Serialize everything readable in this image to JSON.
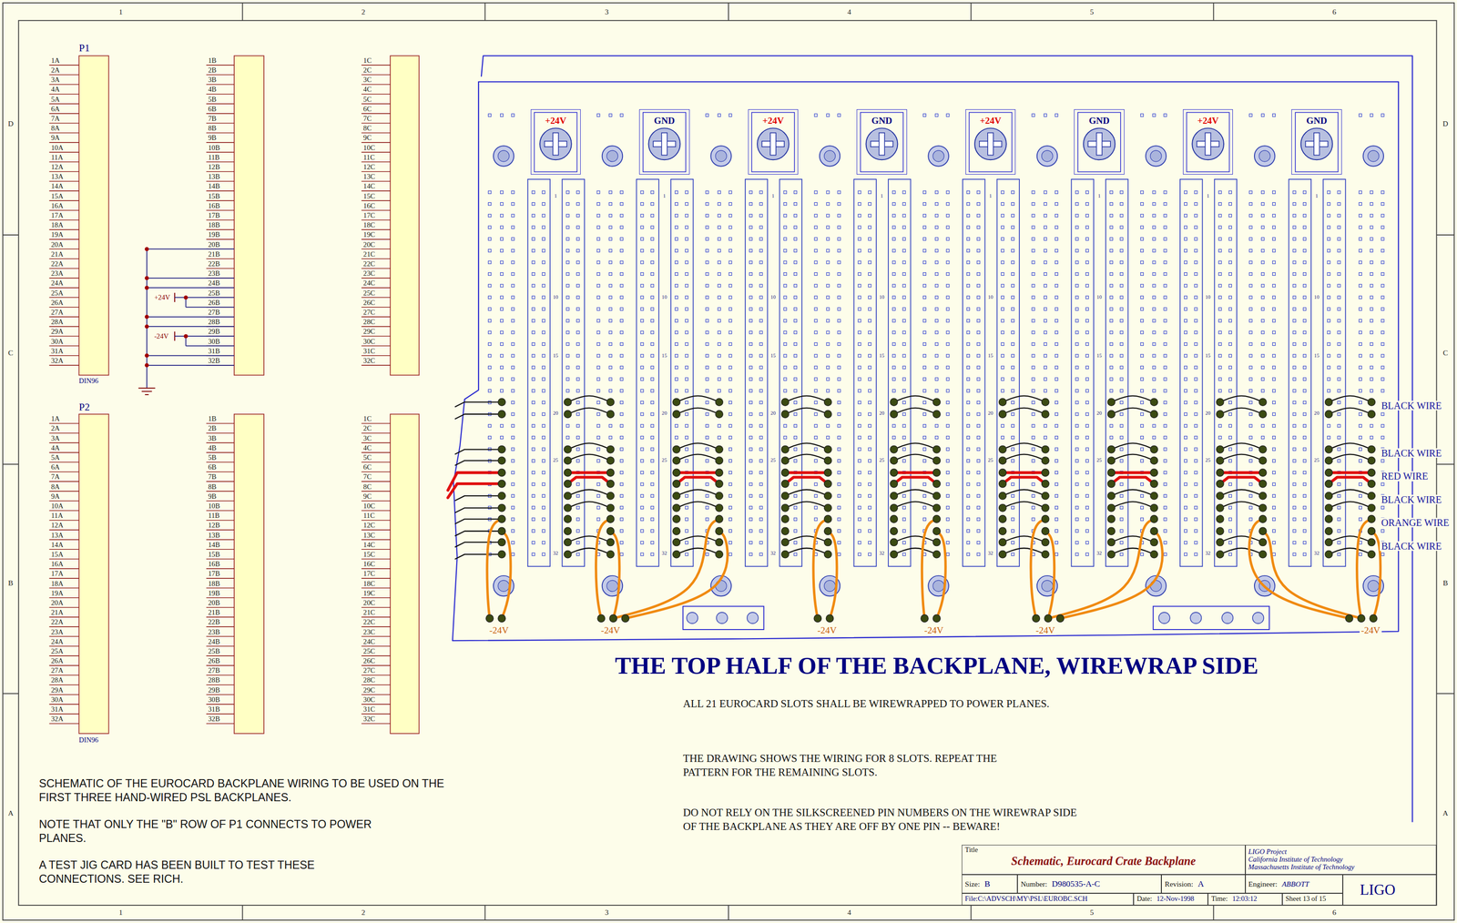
{
  "diagram": {
    "title": "THE TOP HALF OF THE BACKPLANE, WIREWRAP SIDE",
    "nodes": [
      {
        "text": [
          "+24V"
        ]
      },
      {
        "text": [
          "GND"
        ]
      },
      {
        "text": [
          "+24V"
        ]
      },
      {
        "text": [
          "GND"
        ]
      },
      {
        "text": [
          "+24V"
        ]
      },
      {
        "text": [
          "GND"
        ]
      },
      {
        "text": [
          "+24V"
        ]
      },
      {
        "text": [
          "GND"
        ]
      },
      {
        "text": [
          "Title",
          "Schematic, Eurocard Crate Backplane"
        ]
      },
      {
        "text": [
          "LIGO Project",
          "California Institute of Technology",
          "Massachusetts Institute of Technology"
        ]
      },
      {
        "text": [
          "Size:",
          "B"
        ]
      },
      {
        "text": [
          "Number:",
          "D980535-A-C"
        ]
      },
      {
        "text": [
          "Revision:",
          "A"
        ]
      },
      {
        "text": [
          "Engineer:",
          "ABBOTT"
        ]
      },
      {
        "text": [
          "LIGO"
        ]
      },
      {
        "text": [
          "File:C:\\ADVSCH\\MY\\PSL\\EUROBC.SCH"
        ]
      },
      {
        "text": [
          "Date:",
          "12-Nov-1998"
        ]
      },
      {
        "text": [
          "Time:",
          "12:03:12"
        ]
      },
      {
        "text": [
          "Sheet 13 of 15"
        ]
      }
    ],
    "labels": [
      "1A",
      "2A",
      "3A",
      "4A",
      "5A",
      "6A",
      "7A",
      "8A",
      "9A",
      "10A",
      "11A",
      "12A",
      "13A",
      "14A",
      "15A",
      "16A",
      "17A",
      "18A",
      "19A",
      "20A",
      "21A",
      "22A",
      "23A",
      "24A",
      "25A",
      "26A",
      "27A",
      "28A",
      "29A",
      "30A",
      "31A",
      "32A",
      "1B",
      "2B",
      "3B",
      "4B",
      "5B",
      "6B",
      "7B",
      "8B",
      "9B",
      "10B",
      "11B",
      "12B",
      "13B",
      "14B",
      "15B",
      "16B",
      "17B",
      "18B",
      "19B",
      "20B",
      "21B",
      "22B",
      "23B",
      "24B",
      "25B",
      "26B",
      "27B",
      "28B",
      "29B",
      "30B",
      "31B",
      "32B",
      "1C",
      "2C",
      "3C",
      "4C",
      "5C",
      "6C",
      "7C",
      "8C",
      "9C",
      "10C",
      "11C",
      "12C",
      "13C",
      "14C",
      "15C",
      "16C",
      "17C",
      "18C",
      "19C",
      "20C",
      "21C",
      "22C",
      "23C",
      "24C",
      "25C",
      "26C",
      "27C",
      "28C",
      "29C",
      "30C",
      "31C",
      "32C",
      "1A",
      "2A",
      "3A",
      "4A",
      "5A",
      "6A",
      "7A",
      "8A",
      "9A",
      "10A",
      "11A",
      "12A",
      "13A",
      "14A",
      "15A",
      "16A",
      "17A",
      "18A",
      "19A",
      "20A",
      "21A",
      "22A",
      "23A",
      "24A",
      "25A",
      "26A",
      "27A",
      "28A",
      "29A",
      "30A",
      "31A",
      "32A",
      "1B",
      "2B",
      "3B",
      "4B",
      "5B",
      "6B",
      "7B",
      "8B",
      "9B",
      "10B",
      "11B",
      "12B",
      "13B",
      "14B",
      "15B",
      "16B",
      "17B",
      "18B",
      "19B",
      "20B",
      "21B",
      "22B",
      "23B",
      "24B",
      "25B",
      "26B",
      "27B",
      "28B",
      "29B",
      "30B",
      "31B",
      "32B",
      "1C",
      "2C",
      "3C",
      "4C",
      "5C",
      "6C",
      "7C",
      "8C",
      "9C",
      "10C",
      "11C",
      "12C",
      "13C",
      "14C",
      "15C",
      "16C",
      "17C",
      "18C",
      "19C",
      "20C",
      "21C",
      "22C",
      "23C",
      "24C",
      "25C",
      "26C",
      "27C",
      "28C",
      "29C",
      "30C",
      "31C",
      "32C",
      "P1",
      "DIN96",
      "P2",
      "DIN96",
      "+24V",
      "-24V",
      "ALL 21 EUROCARD SLOTS SHALL BE WIREWRAPPED TO POWER PLANES.",
      "THE DRAWING SHOWS THE WIRING FOR 8 SLOTS. REPEAT THE PATTERN FOR THE REMAINING SLOTS.",
      "DO NOT RELY ON THE SILKSCREENED PIN NUMBERS ON THE WIREWRAP SIDE OF THE BACKPLANE AS THEY ARE OFF BY ONE PIN -- BEWARE!",
      "SCHEMATIC OF THE EUROCARD BACKPLANE WIRING TO BE USED ON THE FIRST THREE HAND-WIRED PSL BACKPLANES.",
      "NOTE THAT ONLY THE \"B\" ROW OF P1 CONNECTS TO POWER PLANES.",
      "A TEST JIG CARD HAS BEEN BUILT TO TEST THESE CONNECTIONS. SEE RICH.",
      "BLACK WIRE",
      "BLACK WIRE",
      "RED WIRE",
      "BLACK WIRE",
      "ORANGE WIRE",
      "BLACK WIRE",
      "-24V",
      "-24V",
      "-24V",
      "-24V",
      "-24V",
      "-24V",
      "1",
      "2",
      "3",
      "4",
      "5",
      "6",
      "1",
      "2",
      "3",
      "4",
      "5",
      "6",
      "D",
      "C",
      "B",
      "A",
      "D",
      "C",
      "B",
      "A",
      "1",
      "10",
      "15",
      "20",
      "25",
      "32",
      "1",
      "10",
      "15",
      "20",
      "25",
      "32",
      "1",
      "10",
      "15",
      "20",
      "25",
      "32",
      "1",
      "10",
      "15",
      "20",
      "25",
      "32",
      "1",
      "10",
      "15",
      "20",
      "25",
      "32",
      "1",
      "10",
      "15",
      "20",
      "25",
      "32",
      "1",
      "10",
      "15",
      "20",
      "25",
      "32",
      "1",
      "10",
      "15",
      "20",
      "25",
      "32"
    ]
  }
}
